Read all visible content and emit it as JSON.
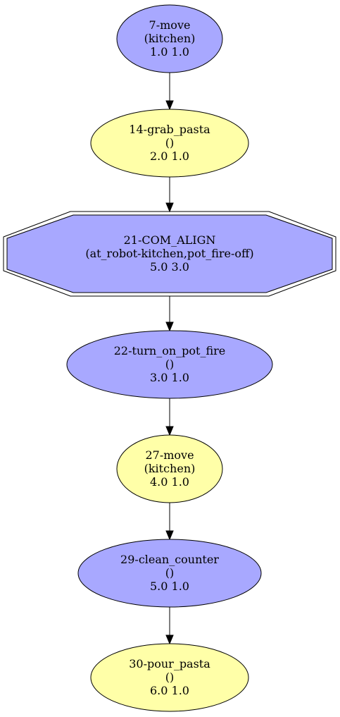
{
  "colors": {
    "blue_fill": "#a8a8ff",
    "yellow_fill": "#ffffa8",
    "stroke": "#000000",
    "background": "#ffffff"
  },
  "nodes": [
    {
      "id": "n7",
      "shape": "ellipse",
      "fill": "blue",
      "lines": [
        "7-move",
        "(kitchen)",
        "1.0 1.0"
      ]
    },
    {
      "id": "n14",
      "shape": "ellipse",
      "fill": "yellow",
      "lines": [
        "14-grab_pasta",
        "()",
        "2.0 1.0"
      ]
    },
    {
      "id": "n21",
      "shape": "double-octagon",
      "fill": "blue",
      "lines": [
        "21-COM_ALIGN",
        "(at_robot-kitchen,pot_fire-off)",
        "5.0 3.0"
      ]
    },
    {
      "id": "n22",
      "shape": "ellipse",
      "fill": "blue",
      "lines": [
        "22-turn_on_pot_fire",
        "()",
        "3.0 1.0"
      ]
    },
    {
      "id": "n27",
      "shape": "ellipse",
      "fill": "yellow",
      "lines": [
        "27-move",
        "(kitchen)",
        "4.0 1.0"
      ]
    },
    {
      "id": "n29",
      "shape": "ellipse",
      "fill": "blue",
      "lines": [
        "29-clean_counter",
        "()",
        "5.0 1.0"
      ]
    },
    {
      "id": "n30",
      "shape": "ellipse",
      "fill": "yellow",
      "lines": [
        "30-pour_pasta",
        "()",
        "6.0 1.0"
      ]
    }
  ],
  "edges": [
    {
      "from": "n7",
      "to": "n14"
    },
    {
      "from": "n14",
      "to": "n21"
    },
    {
      "from": "n21",
      "to": "n22"
    },
    {
      "from": "n22",
      "to": "n27"
    },
    {
      "from": "n27",
      "to": "n29"
    },
    {
      "from": "n29",
      "to": "n30"
    }
  ]
}
